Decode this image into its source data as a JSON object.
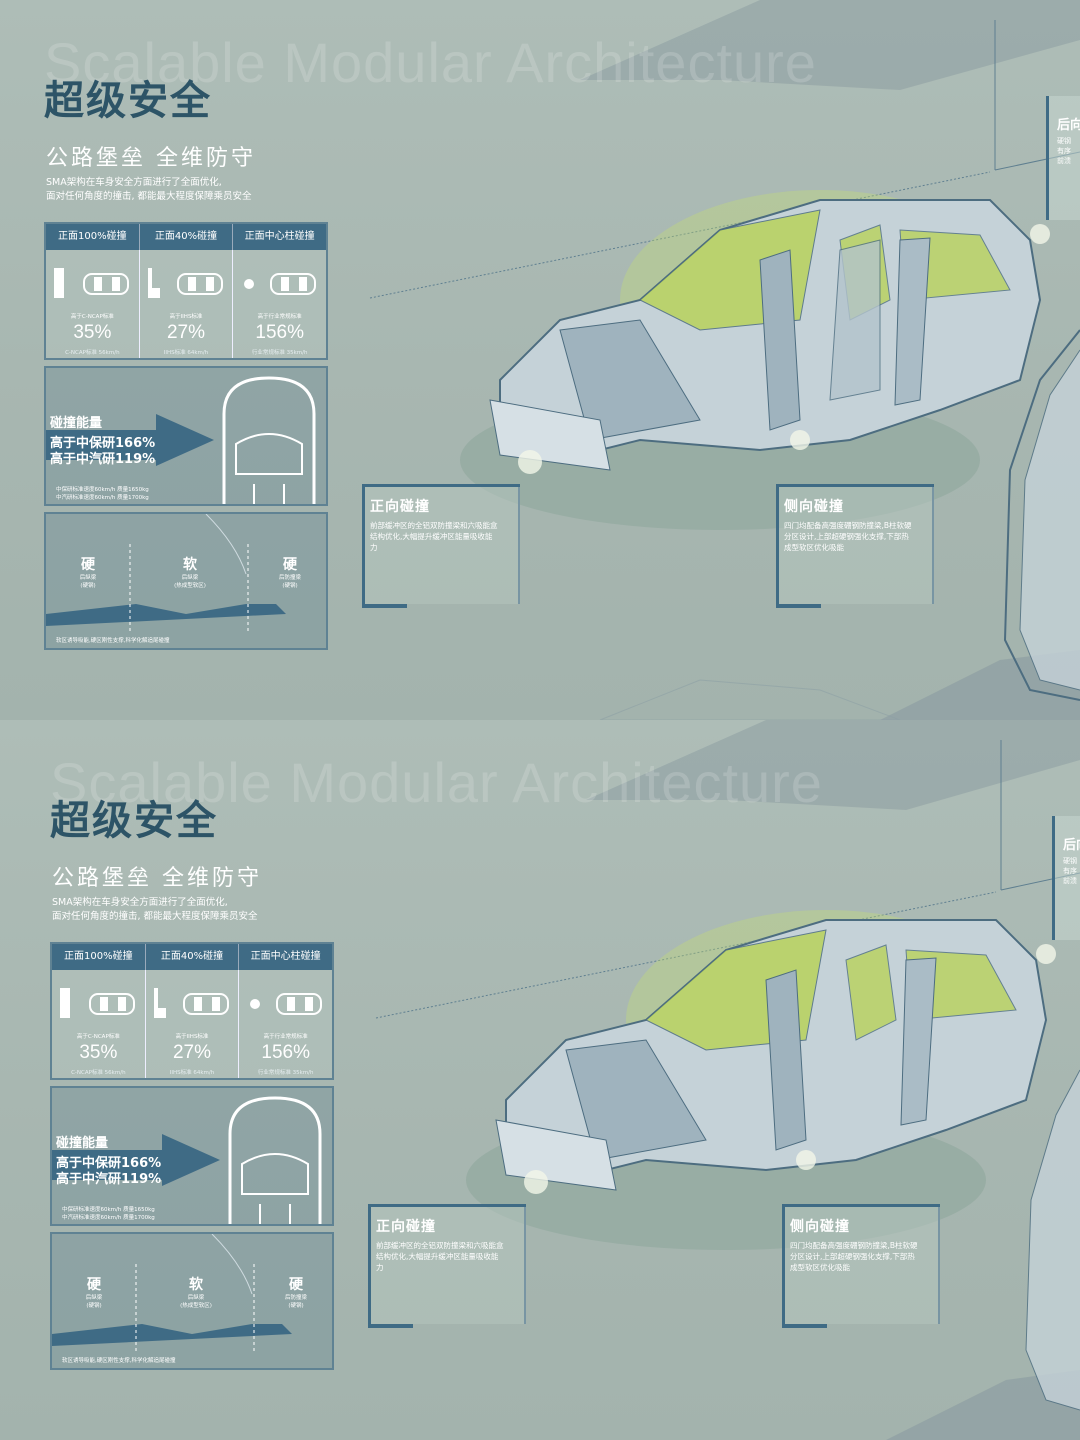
{
  "watermark": "Scalable Modular Architecture",
  "title": "超级安全",
  "subtitle": "公路堡垒 全维防守",
  "description": [
    "SMA架构在车身安全方面进行了全面优化,",
    "面对任何角度的撞击, 都能最大程度保障乘员安全"
  ],
  "crash_tests": [
    {
      "header": "正面100%碰撞",
      "standard": "高于C-NCAP标准",
      "percent": "35%",
      "speed": "C-NCAP标准 56km/h"
    },
    {
      "header": "正面40%碰撞",
      "standard": "高于IIHS标准",
      "percent": "27%",
      "speed": "IIHS标准 64km/h"
    },
    {
      "header": "正面中心柱碰撞",
      "standard": "高于行业常规标准",
      "percent": "156%",
      "speed": "行业常规标准 35km/h"
    }
  ],
  "energy": {
    "label": "碰撞能量",
    "line1": "高于中保研166%",
    "line2": "高于中汽研119%",
    "note1": "中保研标准速度60km/h 质量1650kg",
    "note2": "中汽研标准速度60km/h 质量1700kg"
  },
  "structure": {
    "zones": [
      {
        "title": "硬",
        "sub1": "后纵梁",
        "sub2": "(硬钢)"
      },
      {
        "title": "软",
        "sub1": "后纵梁",
        "sub2": "(热成型软区)"
      },
      {
        "title": "硬",
        "sub1": "后防撞梁",
        "sub2": "(硬钢)"
      }
    ],
    "footer": "软区诱导吸能,硬区刚性支撑,科学化解追尾碰撞"
  },
  "front_card": {
    "title": "正向碰撞",
    "text": "前部缓冲区的全铝双防撞梁和六吸能盒结构优化,大幅提升缓冲区能量吸收能力"
  },
  "side_card": {
    "title": "侧向碰撞",
    "text": "四门均配备高强度硼钢防撞梁,B柱软硬分区设计,上部超硬钢强化支撑,下部热成型软区优化吸能"
  },
  "rear_card": {
    "title": "后向",
    "lines": [
      "硬钢",
      "有序",
      "前溃"
    ]
  },
  "colors": {
    "accent": "#3f6b85",
    "title": "#2d5467",
    "background": "#a9b8b2",
    "highlight": "#b9d65a"
  }
}
